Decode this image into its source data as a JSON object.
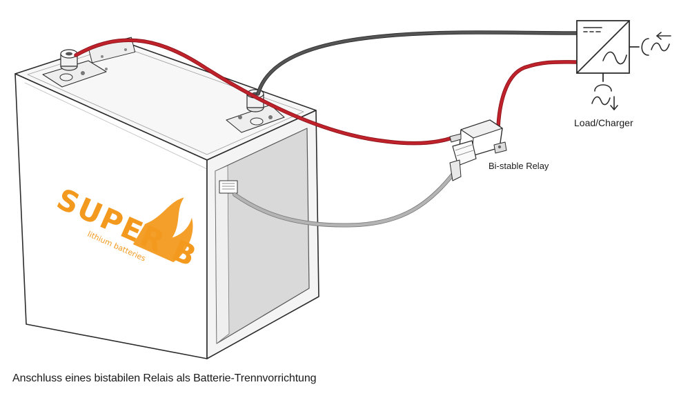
{
  "labels": {
    "relay": "Bi-stable Relay",
    "load_charger": "Load/Charger"
  },
  "caption": "Anschluss eines bistabilen Relais als Batterie-Trennvorrichtung",
  "brand": {
    "logo_text": "SUPER B",
    "tagline": "lithium batteries"
  },
  "colors": {
    "positive_cable": "#c0222b",
    "negative_cable": "#4a4a4a",
    "signal_cable": "#a8a8a8",
    "brand_orange": "#f39a1e",
    "line": "#2b2b2b"
  },
  "components": {
    "battery": "battery-pack",
    "relay": "bi-stable-relay",
    "inverter": "inverter-charger-symbol"
  }
}
